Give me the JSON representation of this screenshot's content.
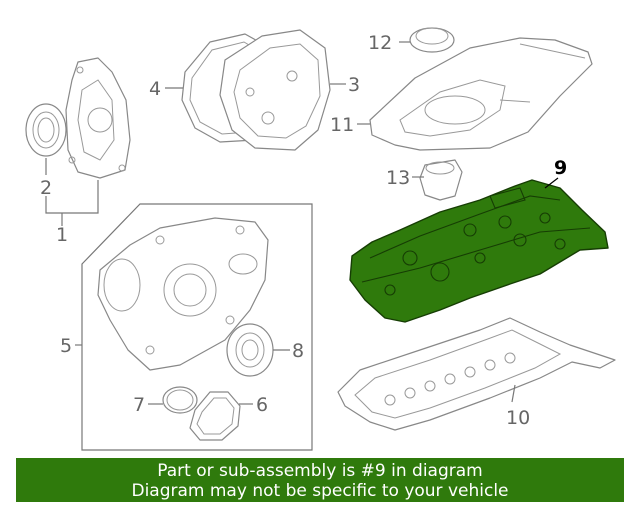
{
  "callouts": {
    "c1": "1",
    "c2": "2",
    "c3": "3",
    "c4": "4",
    "c5": "5",
    "c6": "6",
    "c7": "7",
    "c8": "8",
    "c9": "9",
    "c10": "10",
    "c11": "11",
    "c12": "12",
    "c13": "13"
  },
  "highlight": {
    "part": "9",
    "color": "#2f7a0c"
  },
  "banner": {
    "line1": "Part or sub-assembly is #9 in diagram",
    "line2": "Diagram may not be specific to your vehicle"
  }
}
